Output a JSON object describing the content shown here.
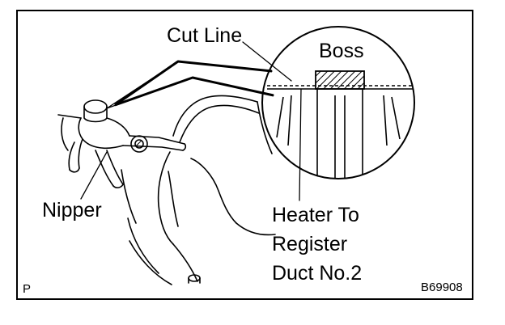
{
  "labels": {
    "cut_line": "Cut Line",
    "boss": "Boss",
    "nipper": "Nipper",
    "heater_line1": "Heater To",
    "heater_line2": "Register",
    "heater_line3": "Duct No.2",
    "corner_code": "P",
    "figure_id": "B69908"
  },
  "colors": {
    "ink": "#000000",
    "paper": "#ffffff"
  }
}
